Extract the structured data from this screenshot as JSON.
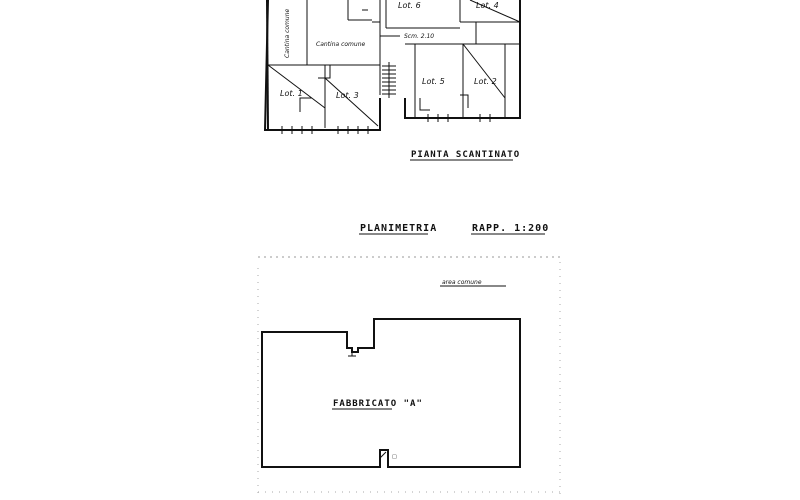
{
  "basement_plan": {
    "title": "PIANTA SCANTINATO",
    "rooms": {
      "cantina_6": "Lot. 6",
      "cantina_4": "Lot. 4",
      "cantina_1": "Lot. 1",
      "cantina_3": "Lot. 3",
      "cantina_5": "Lot. 5",
      "cantina_2": "Lot. 2",
      "cantina_comune_vertical": "Cantina comune",
      "cantina_comune": "Cantina comune",
      "corridor_dimension": "Scm. 2.10"
    }
  },
  "site_plan": {
    "title": "PLANIMETRIA",
    "scale": "RAPP. 1:200",
    "area_label": "area comune",
    "building_label": "FABBRICATO \"A\""
  }
}
